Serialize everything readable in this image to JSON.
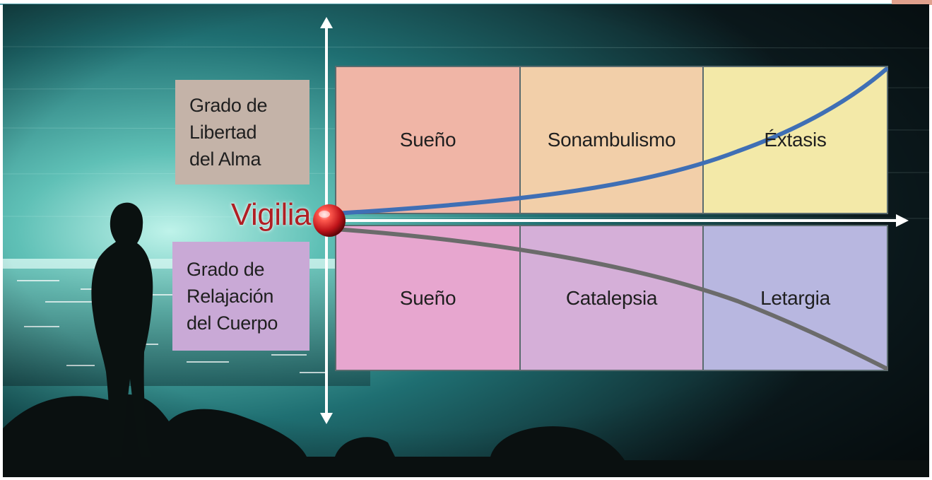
{
  "diagram": {
    "origin_label": "Vigilia",
    "axis_labels": {
      "upper": [
        "Grado de",
        "Libertad",
        "del Alma"
      ],
      "lower": [
        "Grado de",
        "Relajación",
        "del Cuerpo"
      ]
    },
    "upper_row": [
      "Sueño",
      "Sonambulismo",
      "Éxtasis"
    ],
    "lower_row": [
      "Sueño",
      "Catalepsia",
      "Letargia"
    ],
    "colors": {
      "upper_row": [
        "#f0b5a6",
        "#f2cfa9",
        "#f3e9a8"
      ],
      "lower_row": [
        "#e7a6cf",
        "#d5afd8",
        "#b8b7e0"
      ],
      "upper_label_bg": "#c4b3a8",
      "lower_label_bg": "#c9a9d6",
      "vigilia_text": "#b01f24",
      "rising_curve": "#3f6fb5",
      "falling_curve": "#6b6b6b",
      "axis": "#ffffff",
      "water": "#2f8f8d"
    }
  }
}
